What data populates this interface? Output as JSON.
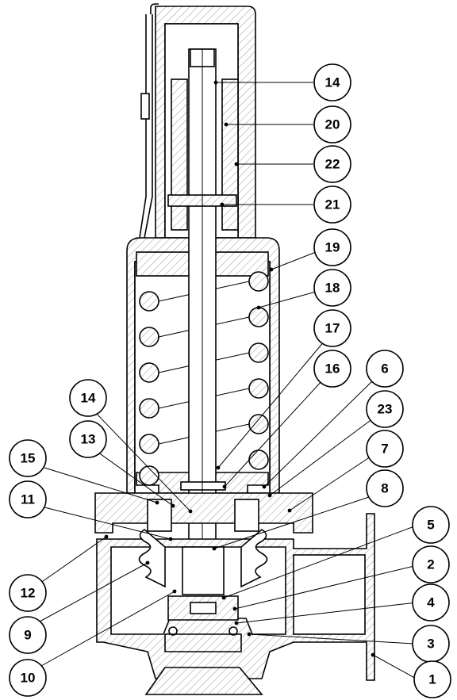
{
  "callouts": [
    {
      "id": "c14a",
      "label": "14"
    },
    {
      "id": "c20",
      "label": "20"
    },
    {
      "id": "c22",
      "label": "22"
    },
    {
      "id": "c21",
      "label": "21"
    },
    {
      "id": "c19",
      "label": "19"
    },
    {
      "id": "c18",
      "label": "18"
    },
    {
      "id": "c17",
      "label": "17"
    },
    {
      "id": "c16",
      "label": "16"
    },
    {
      "id": "c6",
      "label": "6"
    },
    {
      "id": "c14b",
      "label": "14"
    },
    {
      "id": "c23",
      "label": "23"
    },
    {
      "id": "c13",
      "label": "13"
    },
    {
      "id": "c15",
      "label": "15"
    },
    {
      "id": "c7",
      "label": "7"
    },
    {
      "id": "c11",
      "label": "11"
    },
    {
      "id": "c8",
      "label": "8"
    },
    {
      "id": "c5",
      "label": "5"
    },
    {
      "id": "c2",
      "label": "2"
    },
    {
      "id": "c12",
      "label": "12"
    },
    {
      "id": "c4",
      "label": "4"
    },
    {
      "id": "c9",
      "label": "9"
    },
    {
      "id": "c3",
      "label": "3"
    },
    {
      "id": "c10",
      "label": "10"
    },
    {
      "id": "c1",
      "label": "1"
    }
  ]
}
